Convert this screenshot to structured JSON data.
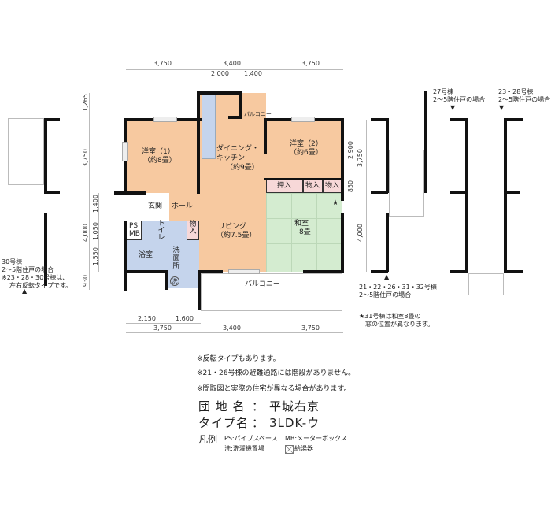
{
  "dimensions": {
    "top_row1": [
      "3,750",
      "3,400",
      "3,750"
    ],
    "top_row2": [
      "2,000",
      "1,400"
    ],
    "bottom_row1": [
      "2,150",
      "1,600"
    ],
    "bottom_row2": [
      "3,750",
      "3,400",
      "3,750"
    ],
    "left_outer": [
      "1,265",
      "3,750",
      "4,000",
      "930"
    ],
    "left_inner": [
      "1,400",
      "1,050",
      "1,550"
    ],
    "right_outer": [
      "2,900",
      "850"
    ],
    "right_inner": [
      "3,750",
      "4,000"
    ]
  },
  "rooms": {
    "western1": "洋室（1）",
    "western1_size": "（約8畳）",
    "dk": "ダイニング・",
    "dk2": "キッチン",
    "dk_size": "（約9畳）",
    "western2": "洋室（2）",
    "western2_size": "（約6畳）",
    "oshiire": "押入",
    "storage1": "物入",
    "storage2": "物入",
    "genkan": "玄関",
    "hall": "ホール",
    "ps": "PS",
    "mb": "MB",
    "toilet": "トイレ",
    "storage3": "物入",
    "living": "リビング",
    "living_size": "（約7.5畳）",
    "washitsu": "和室",
    "washitsu_size": "8畳",
    "bath": "浴室",
    "senmen": "洗面所",
    "wash": "洗",
    "balcony_small": "バルコニー",
    "balcony": "バルコニー",
    "star": "★"
  },
  "side_notes": {
    "left": [
      "30号棟",
      "2〜5階住戸の場合",
      "※23・28・30号棟は、",
      "左右反転タイプです。"
    ],
    "right_bottom": [
      "21・22・26・31・32号棟",
      "2〜5階住戸の場合"
    ],
    "right_star": [
      "★31号棟は和室8畳の",
      "窓の位置が異なります。"
    ],
    "top_27": [
      "27号棟",
      "2〜5階住戸の場合"
    ],
    "top_23": [
      "23・28号棟",
      "2〜5階住戸の場合"
    ]
  },
  "notes": [
    "※反転タイプもあります。",
    "※21・26号棟の避難通路には階段がありません。",
    "※間取図と実際の住宅が異なる場合があります。"
  ],
  "info": {
    "danchi_label": "団 地 名",
    "sep": "：",
    "danchi": "平城右京",
    "type_label": "タイプ名",
    "type": "3LDK-ウ"
  },
  "legend": {
    "title": "凡例",
    "ps": "PS:パイプスペース",
    "mb": "MB:メーターボックス",
    "wash": "洗:洗濯機置場",
    "heater": "給湯器"
  },
  "colors": {
    "western": "#f7c9a0",
    "wet": "#c5d4ec",
    "tatami": "#d4ecd0",
    "closet": "#f7d8d8",
    "white": "#ffffff"
  }
}
